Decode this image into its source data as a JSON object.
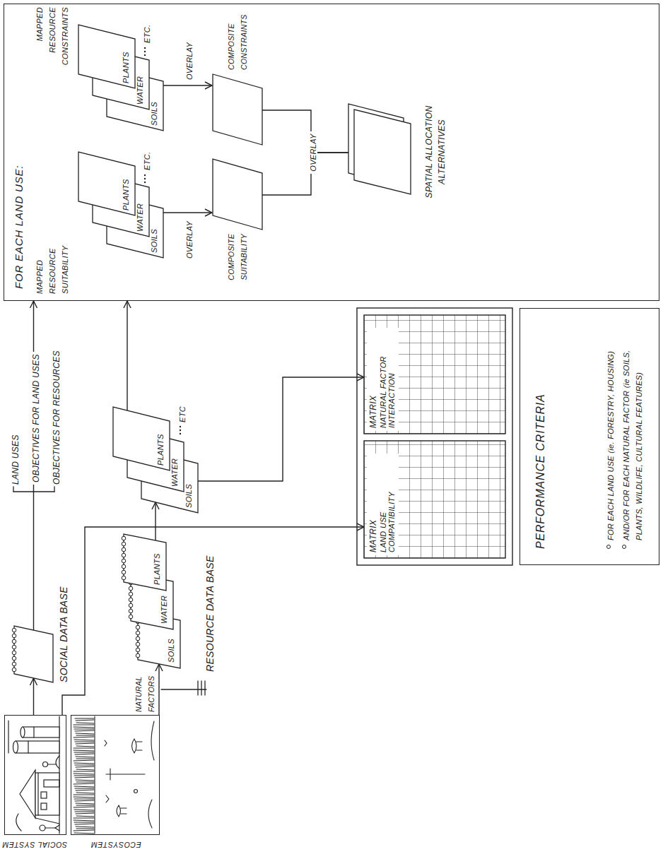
{
  "diagram": {
    "nodes": [
      {
        "text": [
          "SOCIAL SYSTEM"
        ]
      },
      {
        "text": [
          "ECOSYSTEM"
        ]
      },
      {
        "text": [
          "SOCIAL DATA BASE"
        ]
      },
      {
        "text": [
          "SOILS"
        ]
      },
      {
        "text": [
          "WATER"
        ]
      },
      {
        "text": [
          "PLANTS"
        ]
      },
      {
        "text": [
          "SOILS"
        ]
      },
      {
        "text": [
          "WATER"
        ]
      },
      {
        "text": [
          "PLANTS"
        ]
      },
      {
        "text": [
          "MATRIX",
          "LAND USE COMPATIBILITY"
        ]
      },
      {
        "text": [
          "MATRIX",
          "NATURAL FACTOR INTERACTION"
        ]
      },
      {
        "text": [
          "PERFORMANCE CRITERIA",
          "FOR EACH LAND USE (ie. FORESTRY, HOUSING)",
          "AND/OR FOR EACH NATURAL FACTOR (ie SOILS, PLANTS, WILDLIFE, CULTURAL FEATURES)"
        ]
      },
      {
        "text": [
          "FOR EACH LAND USE:"
        ]
      },
      {
        "text": [
          "SOILS"
        ],
        "in": 12
      },
      {
        "text": [
          "WATER"
        ],
        "in": 12
      },
      {
        "text": [
          "PLANTS"
        ],
        "in": 12
      },
      {
        "text": [
          "SOILS"
        ],
        "in": 12
      },
      {
        "text": [
          "WATER"
        ],
        "in": 12
      },
      {
        "text": [
          "PLANTS"
        ],
        "in": 12
      },
      {
        "text": [
          "COMPOSITE SUITABILITY"
        ],
        "in": 12
      },
      {
        "text": [
          "COMPOSITE CONSTRAINTS"
        ],
        "in": 12
      },
      {
        "text": [
          "SPATIAL ALLOCATION ALTERNATIVES"
        ],
        "in": 12
      }
    ],
    "edges": [
      {
        "from": 0,
        "to": 2,
        "arrow": "to"
      },
      {
        "from": 0,
        "to": 9,
        "arrow": "to"
      },
      {
        "from": 1,
        "to": 3,
        "arrow": "to"
      },
      {
        "from": 2,
        "to": 12,
        "arrow": "to"
      },
      {
        "from": 5,
        "to": 6,
        "arrow": "to"
      },
      {
        "from": 8,
        "to": 12,
        "arrow": "to"
      },
      {
        "from": 6,
        "to": 10,
        "arrow": "to"
      },
      {
        "from": 13,
        "to": 19,
        "arrow": "to"
      },
      {
        "from": 16,
        "to": 20,
        "arrow": "to"
      },
      {
        "from": 19,
        "to": 21,
        "arrow": "none"
      },
      {
        "from": 20,
        "to": 21,
        "arrow": "none"
      }
    ],
    "labels": [
      "LAND USES",
      "OBJECTIVES FOR LAND USES",
      "OBJECTIVES FOR RESOURCES",
      "NATURAL FACTORS",
      "ETC",
      "RESOURCE DATA BASE",
      "MAPPED RESOURCE SUITABILITY",
      "MAPPED RESOURCE CONSTRAINTS",
      "ETC.",
      "ETC.",
      "OVERLAY",
      "OVERLAY",
      "OVERLAY"
    ]
  }
}
